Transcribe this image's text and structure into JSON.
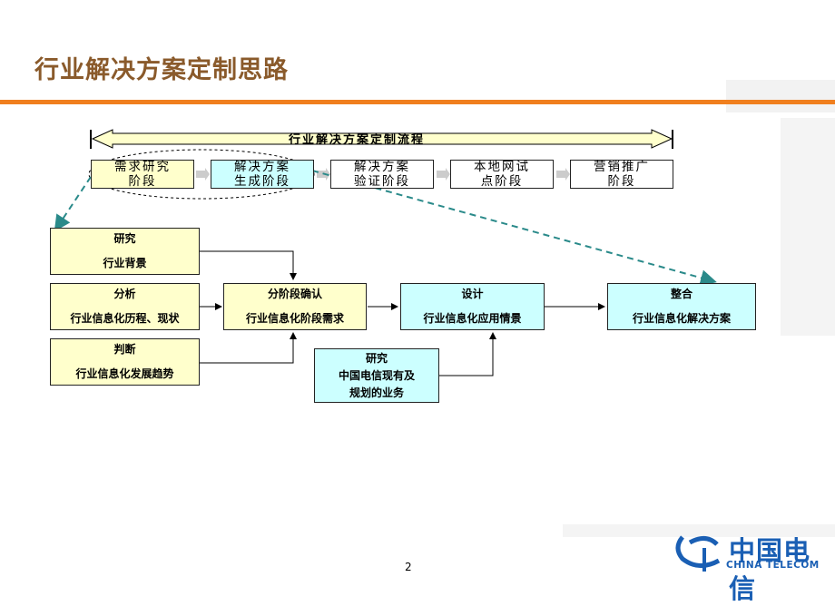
{
  "title": "行业解决方案定制思路",
  "flow_label": "行业解决方案定制流程",
  "stages": [
    {
      "line1": "需求研究",
      "line2": "阶段"
    },
    {
      "line1": "解决方案",
      "line2": "生成阶段"
    },
    {
      "line1": "解决方案",
      "line2": "验证阶段"
    },
    {
      "line1": "本地网试",
      "line2": "点阶段"
    },
    {
      "line1": "营销推广",
      "line2": "阶段"
    }
  ],
  "inputs": {
    "research": {
      "line1": "研究",
      "line2": "行业背景"
    },
    "analyze": {
      "line1": "分析",
      "line2": "行业信息化历程、现状"
    },
    "judge": {
      "line1": "判断",
      "line2": "行业信息化发展趋势"
    },
    "telecom": {
      "line1": "研究",
      "line2": "中国电信现有及",
      "line3": "规划的业务"
    }
  },
  "steps": {
    "confirm": {
      "line1": "分阶段确认",
      "line2": "行业信息化阶段需求"
    },
    "design": {
      "line1": "设计",
      "line2": "行业信息化应用情景"
    },
    "integrate": {
      "line1": "整合",
      "line2": "行业信息化解决方案"
    }
  },
  "page_number": "2",
  "logo": {
    "cn": "中国电信",
    "en": "CHINA TELECOM"
  },
  "colors": {
    "accent": "#f07f1e",
    "title": "#8a5a2b",
    "yellow_box": "#ffffcc",
    "cyan_box": "#ccffff",
    "dashed": "#2a8a8a",
    "logo": "#1a5fb4"
  }
}
